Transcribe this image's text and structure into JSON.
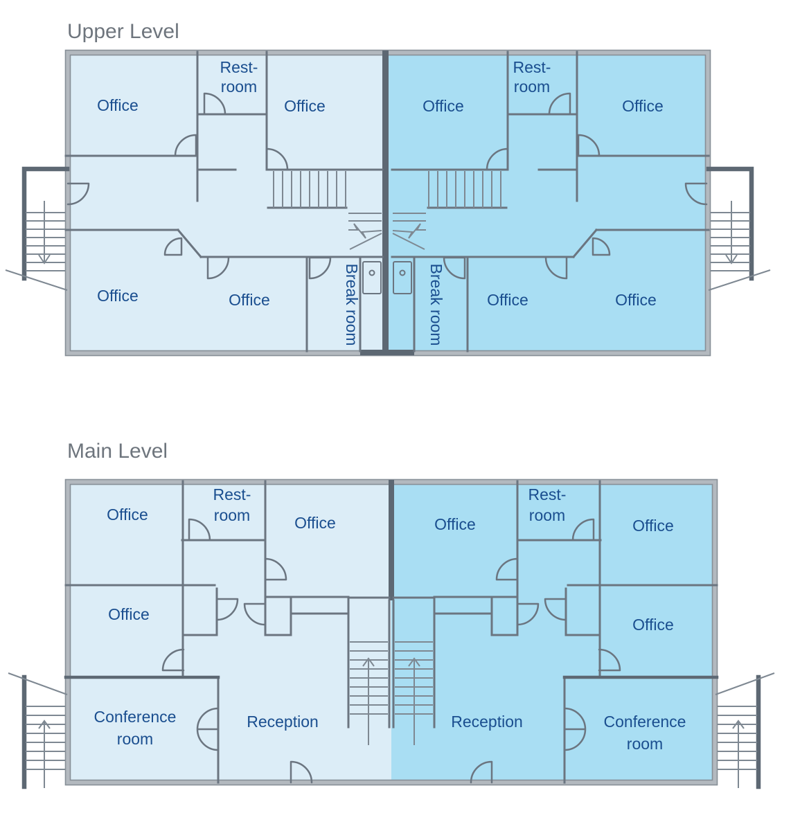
{
  "titles": {
    "upper": "Upper Level",
    "main": "Main Level"
  },
  "labels": {
    "office": "Office",
    "restroom_line1": "Rest-",
    "restroom_line2": "room",
    "break_room": "Break room",
    "conference_line1": "Conference",
    "conference_line2": "room",
    "reception": "Reception"
  },
  "colors": {
    "left_wing_fill": "#dcedf7",
    "right_wing_fill": "#a9def3",
    "wall": "#6b7580",
    "wall_dark": "#5d6873",
    "outer_border": "#9aa1a8",
    "label_text": "#1a4e8f",
    "title_text": "#6e757d",
    "background": "#ffffff"
  }
}
